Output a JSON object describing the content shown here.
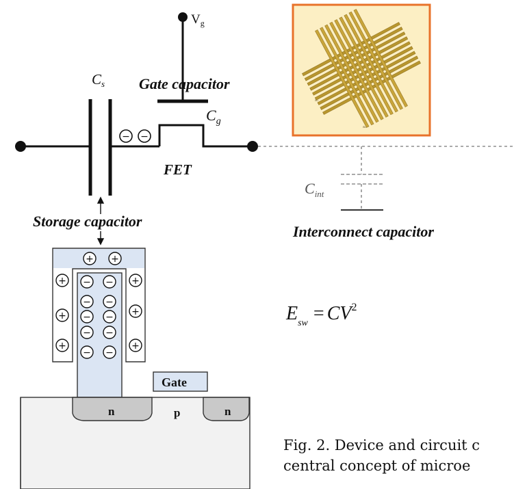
{
  "labels": {
    "vg_main": "V",
    "vg_sub": "g",
    "cs_main": "C",
    "cs_sub": "s",
    "gate_capacitor": "Gate capacitor",
    "cg_main": "C",
    "cg_sub": "g",
    "fet": "FET",
    "storage_capacitor": "Storage capacitor",
    "cint_main": "C",
    "cint_sub": "int",
    "interconnect_capacitor": "Interconnect capacitor",
    "gate_block": "Gate",
    "n_left": "n",
    "p_channel": "p",
    "n_right": "n",
    "inset_label_a": "a₁",
    "inset_label_b": "a₂"
  },
  "equation": {
    "lhs_main": "E",
    "lhs_sub": "sw",
    "equals": "=",
    "rhs": "CV",
    "exponent": "2"
  },
  "charges": {
    "negative_symbol": "−",
    "positive_symbol": "+"
  },
  "caption": {
    "line1": "Fig. 2. Device and circuit c",
    "line2": "central concept of microe"
  },
  "colors": {
    "wire": "#111111",
    "inset_border": "#e8722a",
    "inset_bg": "#fcefc4",
    "metal_strip": "#b8962e",
    "dielectric": "#dbe5f3",
    "dopant_region": "#c9c9c9",
    "substrate": "#f2f2f2",
    "gate_fill": "#dbe5f3",
    "dashed_wire": "#777777"
  }
}
